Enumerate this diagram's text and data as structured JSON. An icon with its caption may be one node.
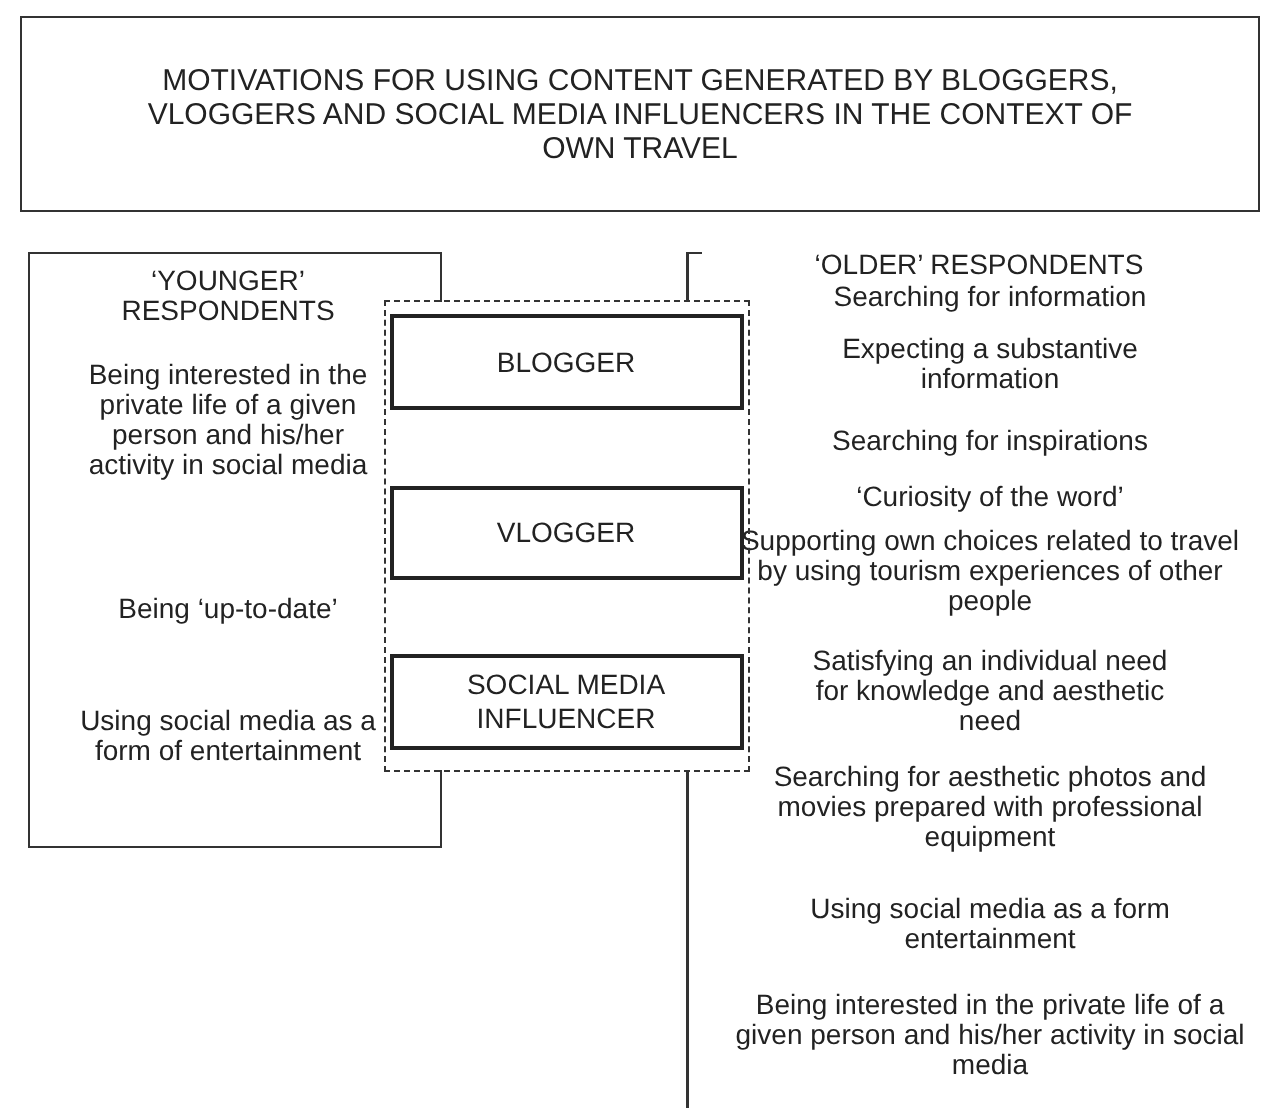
{
  "diagram": {
    "nodes": [
      {
        "text": [
          "MOTIVATIONS FOR USING CONTENT GENERATED BY BLOGGERS, VLOGGERS AND SOCIAL MEDIA INFLUENCERS IN THE CONTEXT OF OWN TRAVEL"
        ]
      },
      {
        "text": [
          "‘YOUNGER’ RESPONDENTS",
          "Being interested in the private life of a given person and his/her activity in social media",
          "Being ‘up-to-date’",
          "Using social media as a form of entertainment"
        ]
      },
      {
        "text": [
          "‘OLDER’ RESPONDENTS",
          "Searching for information",
          "Expecting a substantive information",
          "Searching for inspirations",
          "‘Curiosity of the word’",
          "Supporting own choices related to travel by using tourism experiences of other people",
          "Satisfying an individual need for knowledge and aesthetic need",
          "Searching for aesthetic photos and movies prepared with professional equipment",
          "Using social media as a form entertainment",
          "Being interested in the private life of a given person and his/her activity in social media"
        ]
      },
      {
        "text": [],
        "shape": "box"
      },
      {
        "text": [
          "BLOGGER"
        ],
        "in": 3
      },
      {
        "text": [
          "VLOGGER"
        ],
        "in": 3
      },
      {
        "text": [
          "SOCIAL MEDIA INFLUENCER"
        ],
        "in": 3
      }
    ],
    "edges": []
  }
}
